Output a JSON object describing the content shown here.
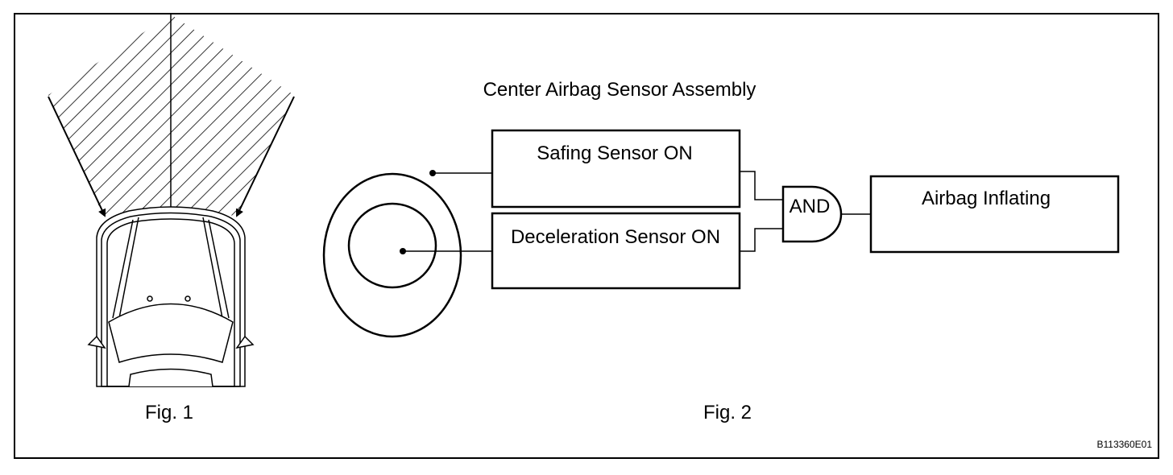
{
  "diagram": {
    "title": "Center Airbag Sensor Assembly",
    "safing_sensor": "Safing Sensor ON",
    "deceleration_sensor": "Deceleration Sensor ON",
    "and_gate": "AND",
    "airbag_inflating": "Airbag Inflating",
    "fig1_caption": "Fig. 1",
    "fig2_caption": "Fig. 2",
    "figure_code": "B113360E01"
  }
}
